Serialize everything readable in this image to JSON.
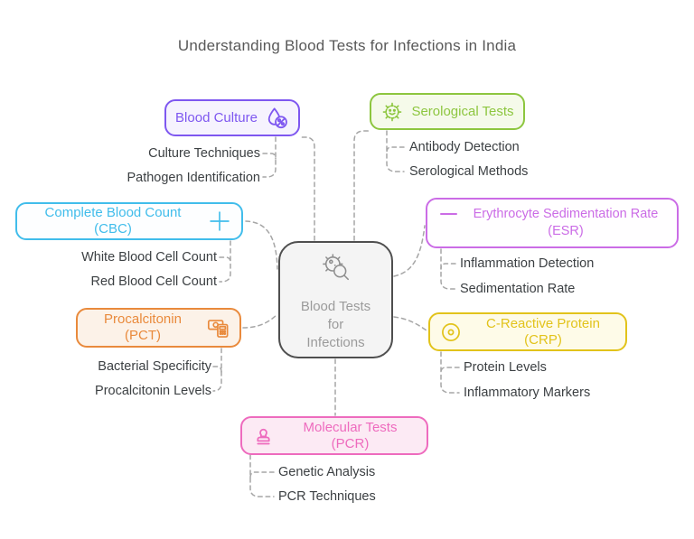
{
  "title": "Understanding Blood Tests for Infections in India",
  "center": {
    "label": "Blood Tests\nfor\nInfections",
    "icon": "germ-magnifier-icon"
  },
  "colors": {
    "connector": "#A6A6A6",
    "center_border": "#4F4F4F",
    "center_bg": "#F4F4F4",
    "center_text": "#9B9B9B",
    "title_text": "#595959",
    "sublabel_text": "#3C4043"
  },
  "branches": [
    {
      "label": "Blood Culture",
      "icon": "blood-drop-crossed-germ-icon",
      "color": "#7E57F0",
      "bg": "#F6F3FE",
      "children": [
        "Culture Techniques",
        "Pathogen Identification"
      ]
    },
    {
      "label": "Serological Tests",
      "icon": "germ-smiley-icon",
      "color": "#8DC63F",
      "bg": "#F5FAEA",
      "children": [
        "Antibody Detection",
        "Serological Methods"
      ]
    },
    {
      "label": "Complete Blood Count (CBC)",
      "icon": "plus-icon",
      "color": "#41BDEB",
      "bg": "#FDFEFF",
      "children": [
        "White Blood Cell Count",
        "Red Blood Cell Count"
      ]
    },
    {
      "label": "Erythrocyte Sedimentation Rate (ESR)",
      "icon": "dash-icon",
      "color": "#CB6CE6",
      "bg": "#FFFEFF",
      "children": [
        "Inflammation Detection",
        "Sedimentation Rate"
      ]
    },
    {
      "label": "Procalcitonin (PCT)",
      "icon": "banknote-calculator-icon",
      "color": "#E98A3C",
      "bg": "#FCF2E8",
      "children": [
        "Bacterial Specificity",
        "Procalcitonin Levels"
      ]
    },
    {
      "label": "C-Reactive Protein (CRP)",
      "icon": "circle-dot-icon",
      "color": "#E2C31B",
      "bg": "#FEFBE8",
      "children": [
        "Protein Levels",
        "Inflammatory Markers"
      ]
    },
    {
      "label": "Molecular Tests (PCR)",
      "icon": "stamp-icon",
      "color": "#EE6BBE",
      "bg": "#FCEAF4",
      "children": [
        "Genetic Analysis",
        "PCR Techniques"
      ]
    }
  ]
}
